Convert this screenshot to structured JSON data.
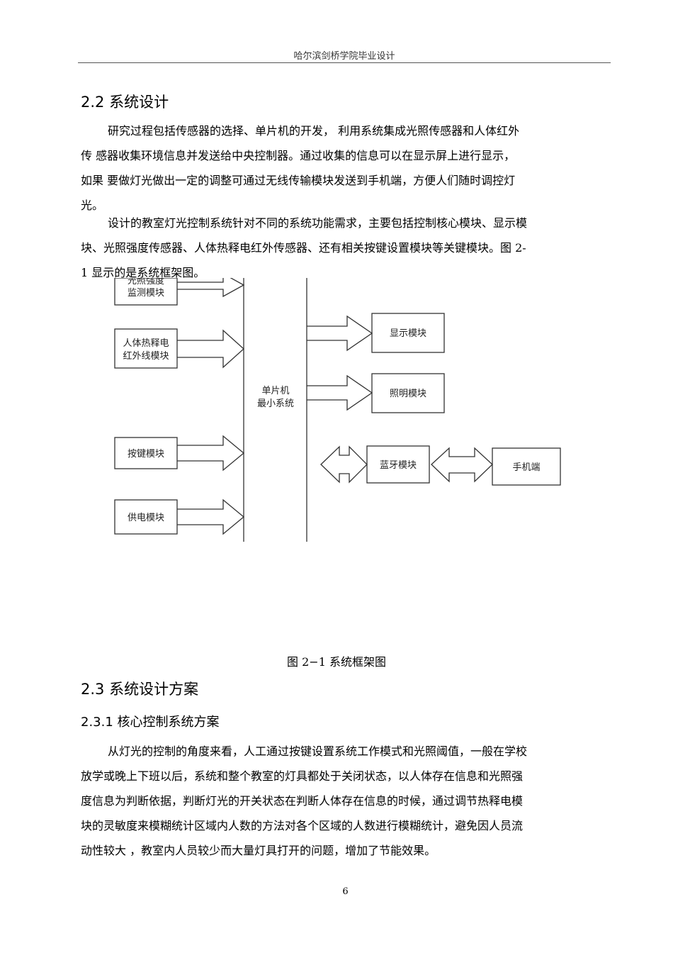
{
  "header": {
    "title": "哈尔滨剑桥学院毕业设计"
  },
  "section_2_2": {
    "heading": "2.2  系统设计",
    "para1": [
      "研究过程包括传感器的选择、单片机的开发，    利用系统集成光照传感器和人体红外",
      "传  感器收集环境信息并发送给中央控制器。通过收集的信息可以在显示屏上进行显示，",
      "如果  要做灯光做出一定的调整可通过无线传输模块发送到手机端，方便人们随时调控灯",
      "光。"
    ],
    "para2": [
      "设计的教室灯光控制系统针对不同的系统功能需求，主要包括控制核心模块、显示模",
      "块、光照强度传感器、人体热释电红外传感器、还有相关按键设置模块等关键模块。图  2-",
      "1 显示的是系统框架图。"
    ]
  },
  "figure": {
    "left_modules": [
      {
        "line1": "光照强度",
        "line2": "监测模块"
      },
      {
        "line1": "人体热释电",
        "line2": "红外线模块"
      },
      {
        "line1": "按键模块",
        "line2": ""
      },
      {
        "line1": "供电模块",
        "line2": ""
      }
    ],
    "center": {
      "line1": "单片机",
      "line2": "最小系统"
    },
    "right_modules": [
      "显示模块",
      "照明模块",
      "蓝牙模块"
    ],
    "phone": "手机端",
    "caption": "图  2−1    系统框架图"
  },
  "section_2_3": {
    "heading": "2.3  系统设计方案",
    "sub_heading": "2.3.1  核心控制系统方案",
    "para": [
      "从灯光的控制的角度来看，人工通过按键设置系统工作模式和光照阈值，一般在学校",
      "放学或晚上下班以后，系统和整个教室的灯具都处于关闭状态，以人体存在信息和光照强",
      "度信息为判断依据，判断灯光的开关状态在判断人体存在信息的时候，通过调节热释电模",
      "块的灵敏度来模糊统计区域内人数的方法对各个区域的人数进行模糊统计，避免因人员流",
      "动性较大  ，教室内人员较少而大量灯具打开的问题，增加了节能效果。"
    ]
  },
  "page_number": "6"
}
